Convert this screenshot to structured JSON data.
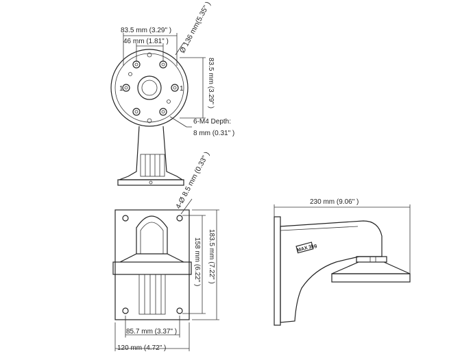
{
  "top_view": {
    "dim_width_outer": "83.5 mm (3.29\" )",
    "dim_width_inner": "46 mm (1.81\" )",
    "dim_diameter": "Ø 136 mm(5.35\" )",
    "dim_height": "83.5 mm (3.29\" )",
    "note_screw_line1": "6-M4 Depth:",
    "note_screw_line2": "8 mm (0.31\" )",
    "hole_marks": [
      "1",
      "1"
    ]
  },
  "front_view": {
    "dim_holes": "4-Ø 8.5 mm (0.33\" )",
    "dim_height_outer": "183.5 mm (7.22\" )",
    "dim_height_inner": "158 mm (6.22\" )",
    "dim_width_inner": "85.7 mm (3.37\" )",
    "dim_width_outer": "120 mm (4.72\" )"
  },
  "side_view": {
    "dim_length": "230 mm (9.06\" )",
    "plate_label": "MAX 3kg"
  }
}
